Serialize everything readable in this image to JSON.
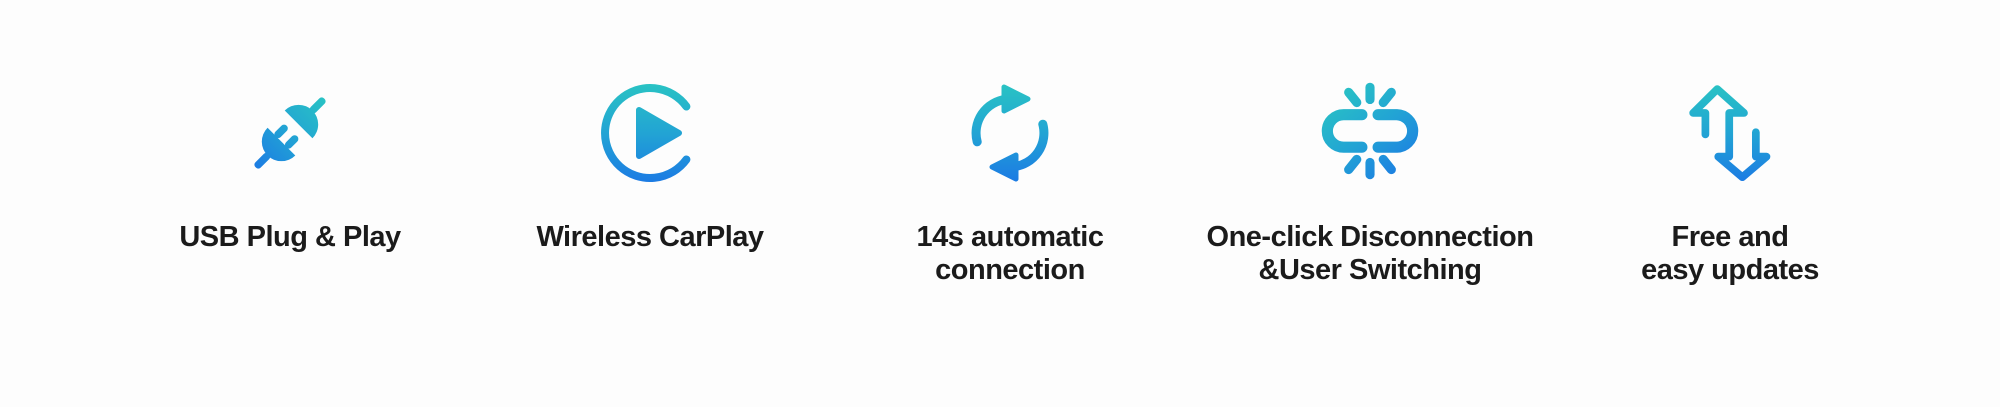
{
  "page": {
    "background": "#fdfdfd"
  },
  "colors": {
    "icon_gradient_start": "#29C2C4",
    "icon_gradient_mid": "#22A4D4",
    "icon_gradient_end": "#1C7CE3",
    "text": "#1b1b1b"
  },
  "features": [
    {
      "id": "usb-plug-play",
      "icon": "plug-icon",
      "lines": [
        "USB Plug & Play"
      ]
    },
    {
      "id": "wireless-carplay",
      "icon": "carplay-play-icon",
      "lines": [
        "Wireless CarPlay"
      ]
    },
    {
      "id": "automatic-connection",
      "icon": "sync-arrows-icon",
      "lines": [
        "14s automatic",
        "connection"
      ]
    },
    {
      "id": "disconnection-user-switching",
      "icon": "broken-link-icon",
      "lines": [
        "One-click Disconnection",
        "&User Switching"
      ]
    },
    {
      "id": "easy-updates",
      "icon": "up-down-arrows-icon",
      "lines": [
        "Free and",
        "easy updates"
      ]
    }
  ]
}
